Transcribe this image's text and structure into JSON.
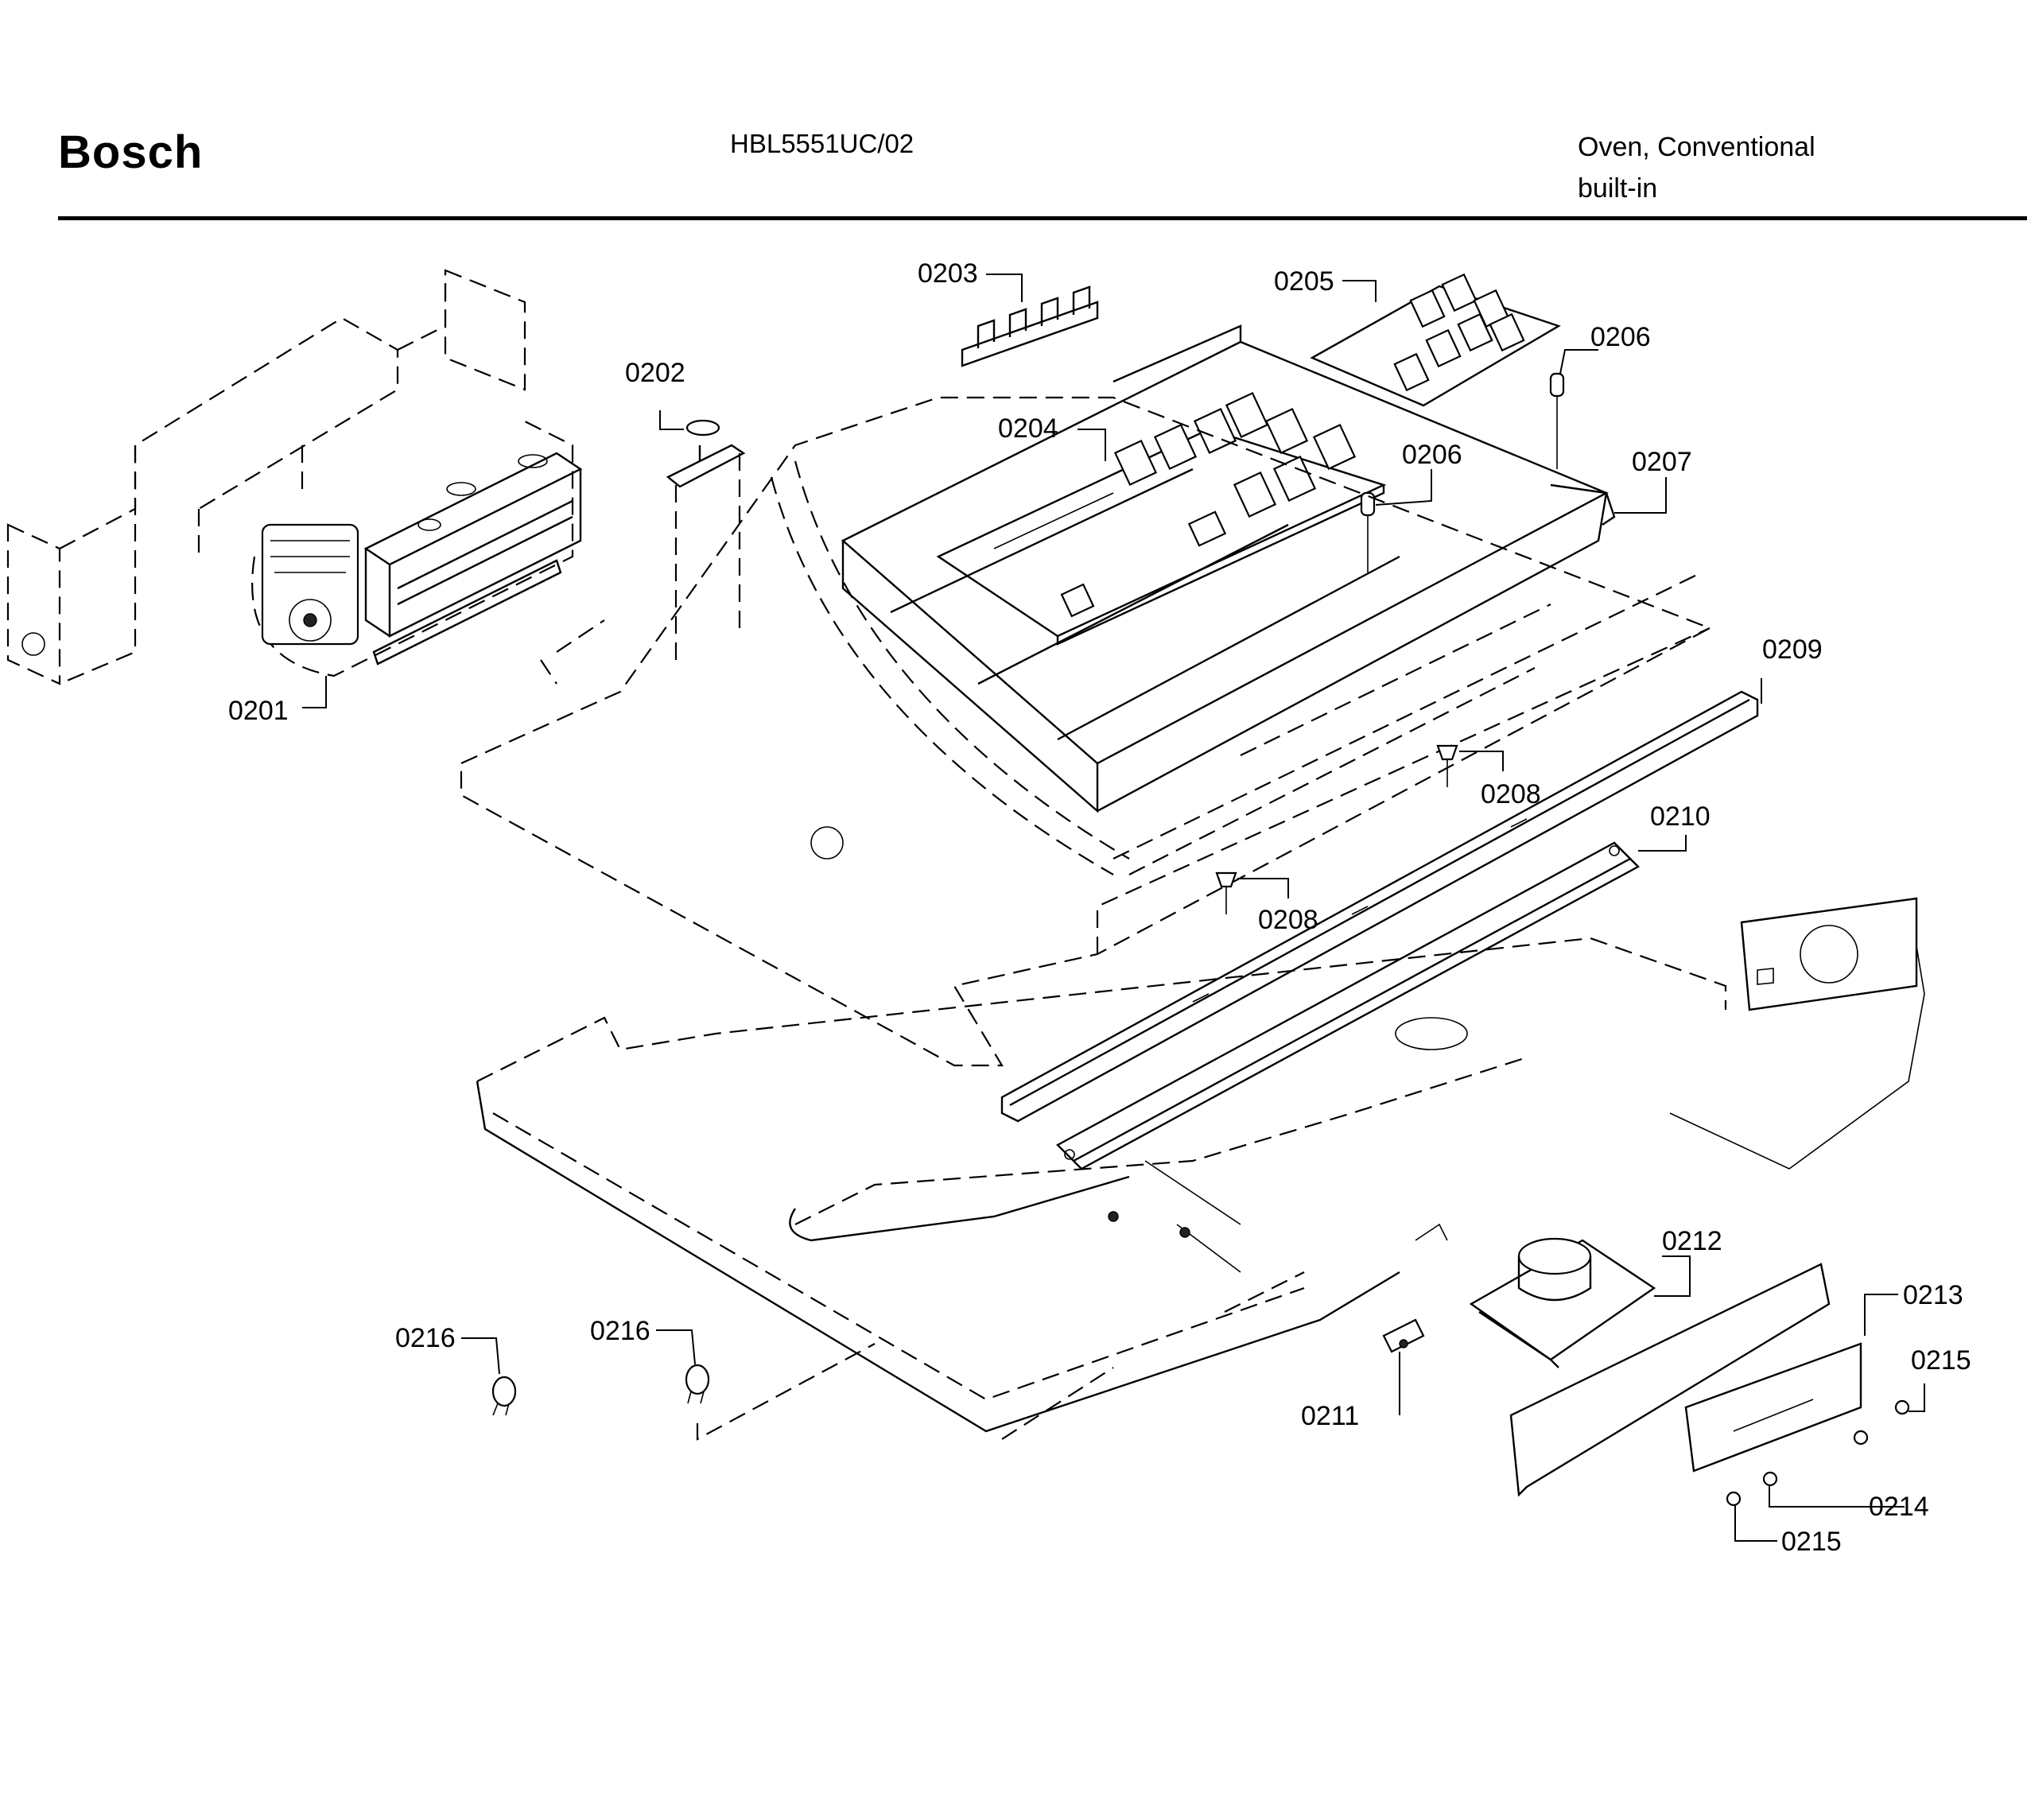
{
  "header": {
    "brand": "Bosch",
    "model": "HBL5551UC/02",
    "description_line1": "Oven, Conventional",
    "description_line2": "built-in"
  },
  "diagram": {
    "callouts": [
      {
        "id": "c0201",
        "label": "0201"
      },
      {
        "id": "c0202",
        "label": "0202"
      },
      {
        "id": "c0203",
        "label": "0203"
      },
      {
        "id": "c0204",
        "label": "0204"
      },
      {
        "id": "c0205",
        "label": "0205"
      },
      {
        "id": "c0206a",
        "label": "0206"
      },
      {
        "id": "c0206b",
        "label": "0206"
      },
      {
        "id": "c0207",
        "label": "0207"
      },
      {
        "id": "c0208a",
        "label": "0208"
      },
      {
        "id": "c0208b",
        "label": "0208"
      },
      {
        "id": "c0209",
        "label": "0209"
      },
      {
        "id": "c0210",
        "label": "0210"
      },
      {
        "id": "c0211",
        "label": "0211"
      },
      {
        "id": "c0212",
        "label": "0212"
      },
      {
        "id": "c0213",
        "label": "0213"
      },
      {
        "id": "c0214",
        "label": "0214"
      },
      {
        "id": "c0215a",
        "label": "0215"
      },
      {
        "id": "c0215b",
        "label": "0215"
      },
      {
        "id": "c0216a",
        "label": "0216"
      },
      {
        "id": "c0216b",
        "label": "0216"
      }
    ]
  }
}
